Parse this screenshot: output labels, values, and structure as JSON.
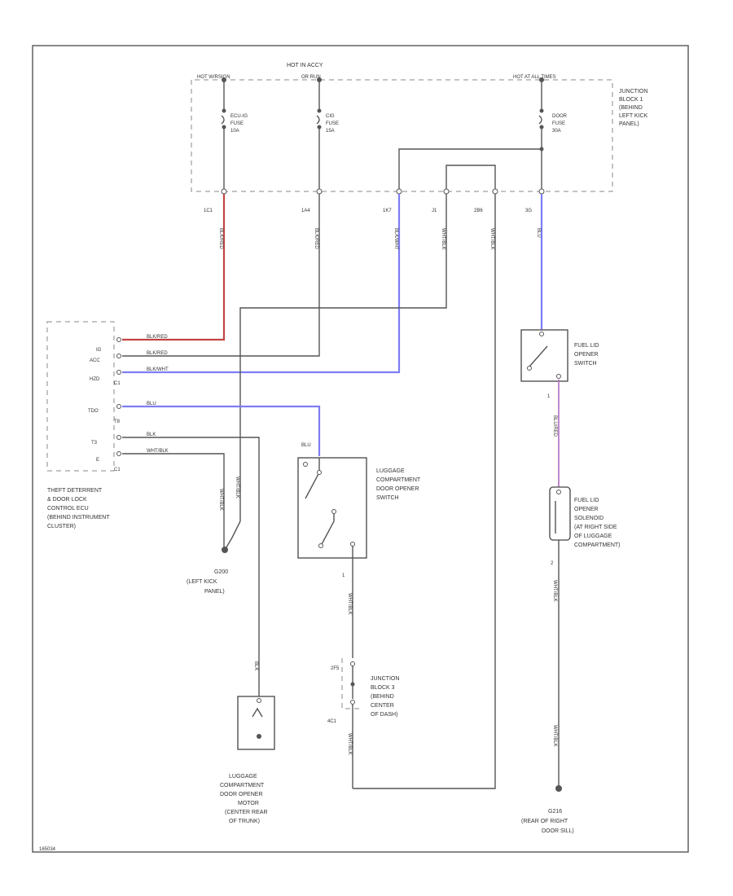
{
  "jb1": {
    "header": "HOT IN ACCY",
    "feed_left": "HOT W/RSIGN",
    "feed_mid": "OR RUN",
    "feed_right": "HOT AT ALL TIMES",
    "label": [
      "JUNCTION",
      "BLOCK 1",
      "(BEHIND",
      "LEFT KICK",
      "PANEL)"
    ],
    "fuse1": [
      "ECU-IG",
      "FUSE",
      "10A"
    ],
    "fuse2": [
      "CIG",
      "FUSE",
      "15A"
    ],
    "fuse3": [
      "DOOR",
      "FUSE",
      "30A"
    ],
    "pins": [
      "1C1",
      "1A4",
      "1K7",
      "J1",
      "2B6",
      "3G"
    ]
  },
  "wire_colors": {
    "ecu_ig": "BLK/RED",
    "cig": "BLK/RED",
    "k7": "BLK/WHT",
    "j1": "WHT/BLK",
    "b6": "WHT/BLK",
    "g3": "BLU"
  },
  "ecu": {
    "pins": [
      "IG",
      "ACC",
      "HZD",
      "C1",
      "TDO",
      "T8",
      "T3",
      "E",
      "C1"
    ],
    "wires": [
      "BLK/RED",
      "BLK/RED",
      "BLK/WHT",
      "BLU",
      "BLK",
      "WHT/BLK"
    ],
    "label": [
      "THEFT DETERRENT",
      "& DOOR LOCK",
      "CONTROL ECU",
      "(BEHIND INSTRUMENT",
      "CLUSTER)"
    ]
  },
  "ground_left": {
    "wires": [
      "WHT/BLK",
      "WHT/BLK"
    ],
    "label": [
      "G200",
      "(LEFT KICK",
      "PANEL)"
    ]
  },
  "luggage_switch": {
    "top": "BLU",
    "label": [
      "LUGGAGE",
      "COMPARTMENT",
      "DOOR OPENER",
      "SWITCH"
    ],
    "pin": "1",
    "wire": "WHT/BLK"
  },
  "jb3": {
    "pins": [
      "2F5",
      "4C1"
    ],
    "label": [
      "JUNCTION",
      "BLOCK 3",
      "(BEHIND",
      "CENTER",
      "OF DASH)"
    ],
    "wire": "WHT/BLK"
  },
  "motor": {
    "wire": "BLK",
    "label": [
      "LUGGAGE",
      "COMPARTMENT",
      "DOOR OPENER",
      "MOTOR",
      "(CENTER REAR",
      "OF TRUNK)"
    ]
  },
  "fuel_switch": {
    "label": [
      "FUEL LID",
      "OPENER",
      "SWITCH"
    ],
    "pin": "1",
    "wire": "BLU/RED"
  },
  "fuel_solenoid": {
    "label": [
      "FUEL LID",
      "OPENER",
      "SOLENOID",
      "(AT RIGHT SIDE",
      "OF LUGGAGE",
      "COMPARTMENT)"
    ],
    "pin": "2",
    "wire1": "WHT/BLK",
    "wire2": "WHT/BLK"
  },
  "ground_right": {
    "label": [
      "G216",
      "(REAR OF RIGHT",
      "DOOR SILL)"
    ]
  },
  "footer": "165034"
}
